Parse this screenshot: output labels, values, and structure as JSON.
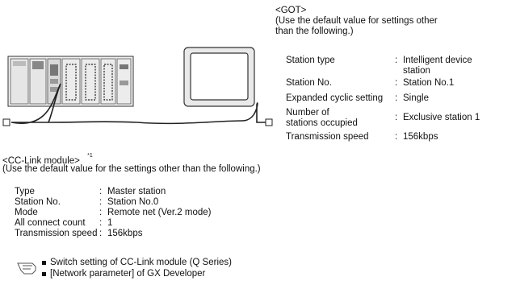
{
  "got": {
    "heading": "<GOT>",
    "note_line1": "(Use the default value for settings other",
    "note_line2": "than the following.)",
    "settings": [
      {
        "label": [
          "Station type"
        ],
        "sep": ":",
        "value": [
          "Intelligent device",
          "station"
        ]
      },
      {
        "label": [
          "Station No."
        ],
        "sep": ":",
        "value": [
          "Station No.1"
        ]
      },
      {
        "label": [
          "Expanded cyclic setting"
        ],
        "sep": ":",
        "value": [
          "Single"
        ]
      },
      {
        "label": [
          "Number of",
          "stations occupied"
        ],
        "sep": ":",
        "value": [
          "Exclusive station 1"
        ]
      },
      {
        "label": [
          "Transmission speed"
        ],
        "sep": ":",
        "value": [
          "156kbps"
        ]
      }
    ]
  },
  "cclink": {
    "heading": "<CC-Link module>",
    "footnote_mark": "*1",
    "note": "(Use the default value for the settings other than the following.)",
    "settings": [
      {
        "label": "Type",
        "sep": ":",
        "value": "Master station"
      },
      {
        "label": "Station No.",
        "sep": ":",
        "value": "Station No.0"
      },
      {
        "label": "Mode",
        "sep": ":",
        "value": "Remote net (Ver.2 mode)"
      },
      {
        "label": "All connect count",
        "sep": ":",
        "value": "1"
      },
      {
        "label": "Transmission speed",
        "sep": ":",
        "value": "156kbps"
      }
    ]
  },
  "references": [
    "Switch setting of CC-Link module (Q Series)",
    "[Network parameter] of GX Developer"
  ]
}
